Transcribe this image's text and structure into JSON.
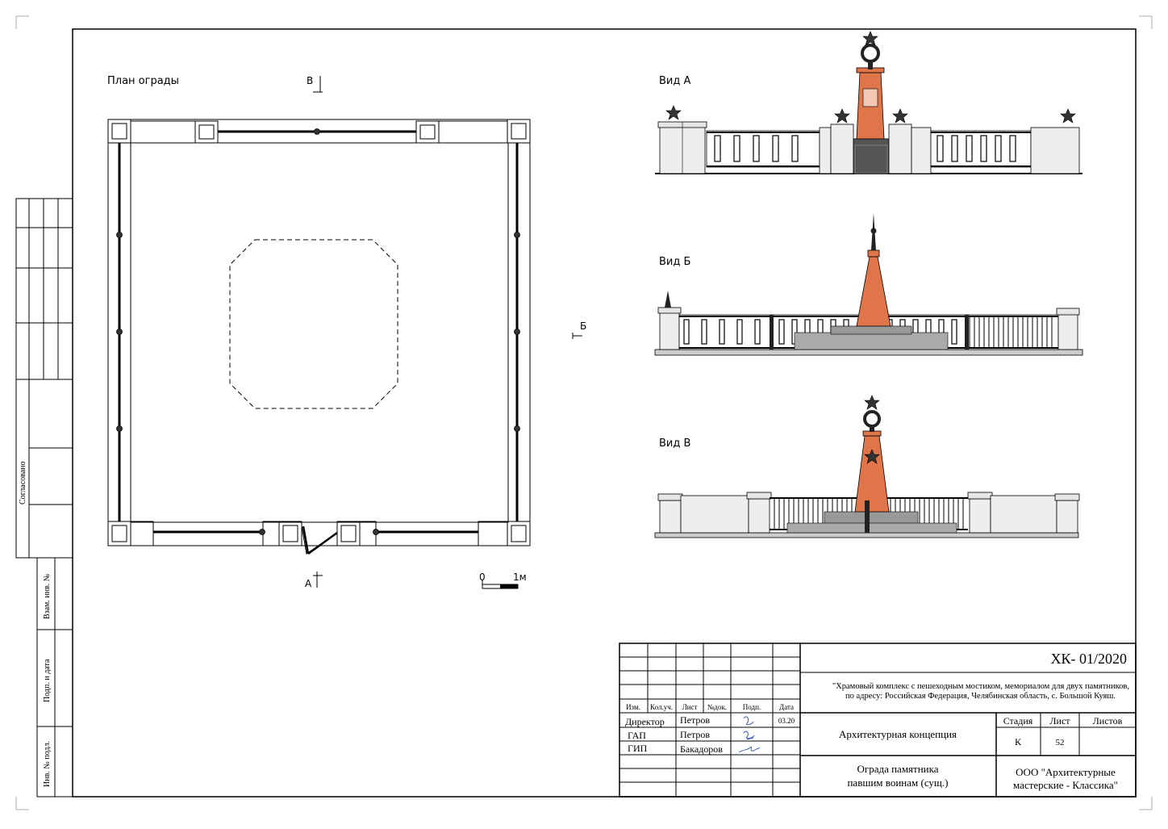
{
  "plan": {
    "title": "План ограды",
    "mark_a": "А",
    "mark_b": "Б",
    "mark_v": "В",
    "scale_zero": "0",
    "scale_one": "1м"
  },
  "views": {
    "a": "Вид А",
    "b": "Вид Б",
    "v": "Вид В"
  },
  "left_margin": {
    "soglasovano": "Согласовано",
    "vzam": "Взам. инв. №",
    "podp": "Подп. и дата",
    "inv": "Инв. № подл."
  },
  "stamp": {
    "code": "ХК- 01/2020",
    "project_line1": "\"Храмовый комплекс с пешеходным мостиком, мемориалом для двух памятников,",
    "project_line2": "по адресу: Российская Федерация, Челябинская область, с. Большой Куяш.",
    "hdr_izm": "Изм.",
    "hdr_kol": "Кол.уч.",
    "hdr_list": "Лист",
    "hdr_ndok": "№док.",
    "hdr_podp": "Подп.",
    "hdr_data": "Дата",
    "role1": "Директор",
    "name1": "Петров",
    "date1": "03.20",
    "role2": "ГАП",
    "name2": "Петров",
    "role3": "ГИП",
    "name3": "Бакадоров",
    "section": "Архитектурная концепция",
    "stadiya_label": "Стадия",
    "list_label": "Лист",
    "listov_label": "Листов",
    "stadiya": "К",
    "list": "52",
    "title_line1": "Ограда памятника",
    "title_line2": "павшим воинам (сущ.)",
    "org_line1": "ООО \"Архитектурные",
    "org_line2": "мастерские - Классика\""
  },
  "colors": {
    "obelisk": "#e0754a",
    "iron": "#222222",
    "pillar": "#eeeeee",
    "line": "#000000"
  }
}
